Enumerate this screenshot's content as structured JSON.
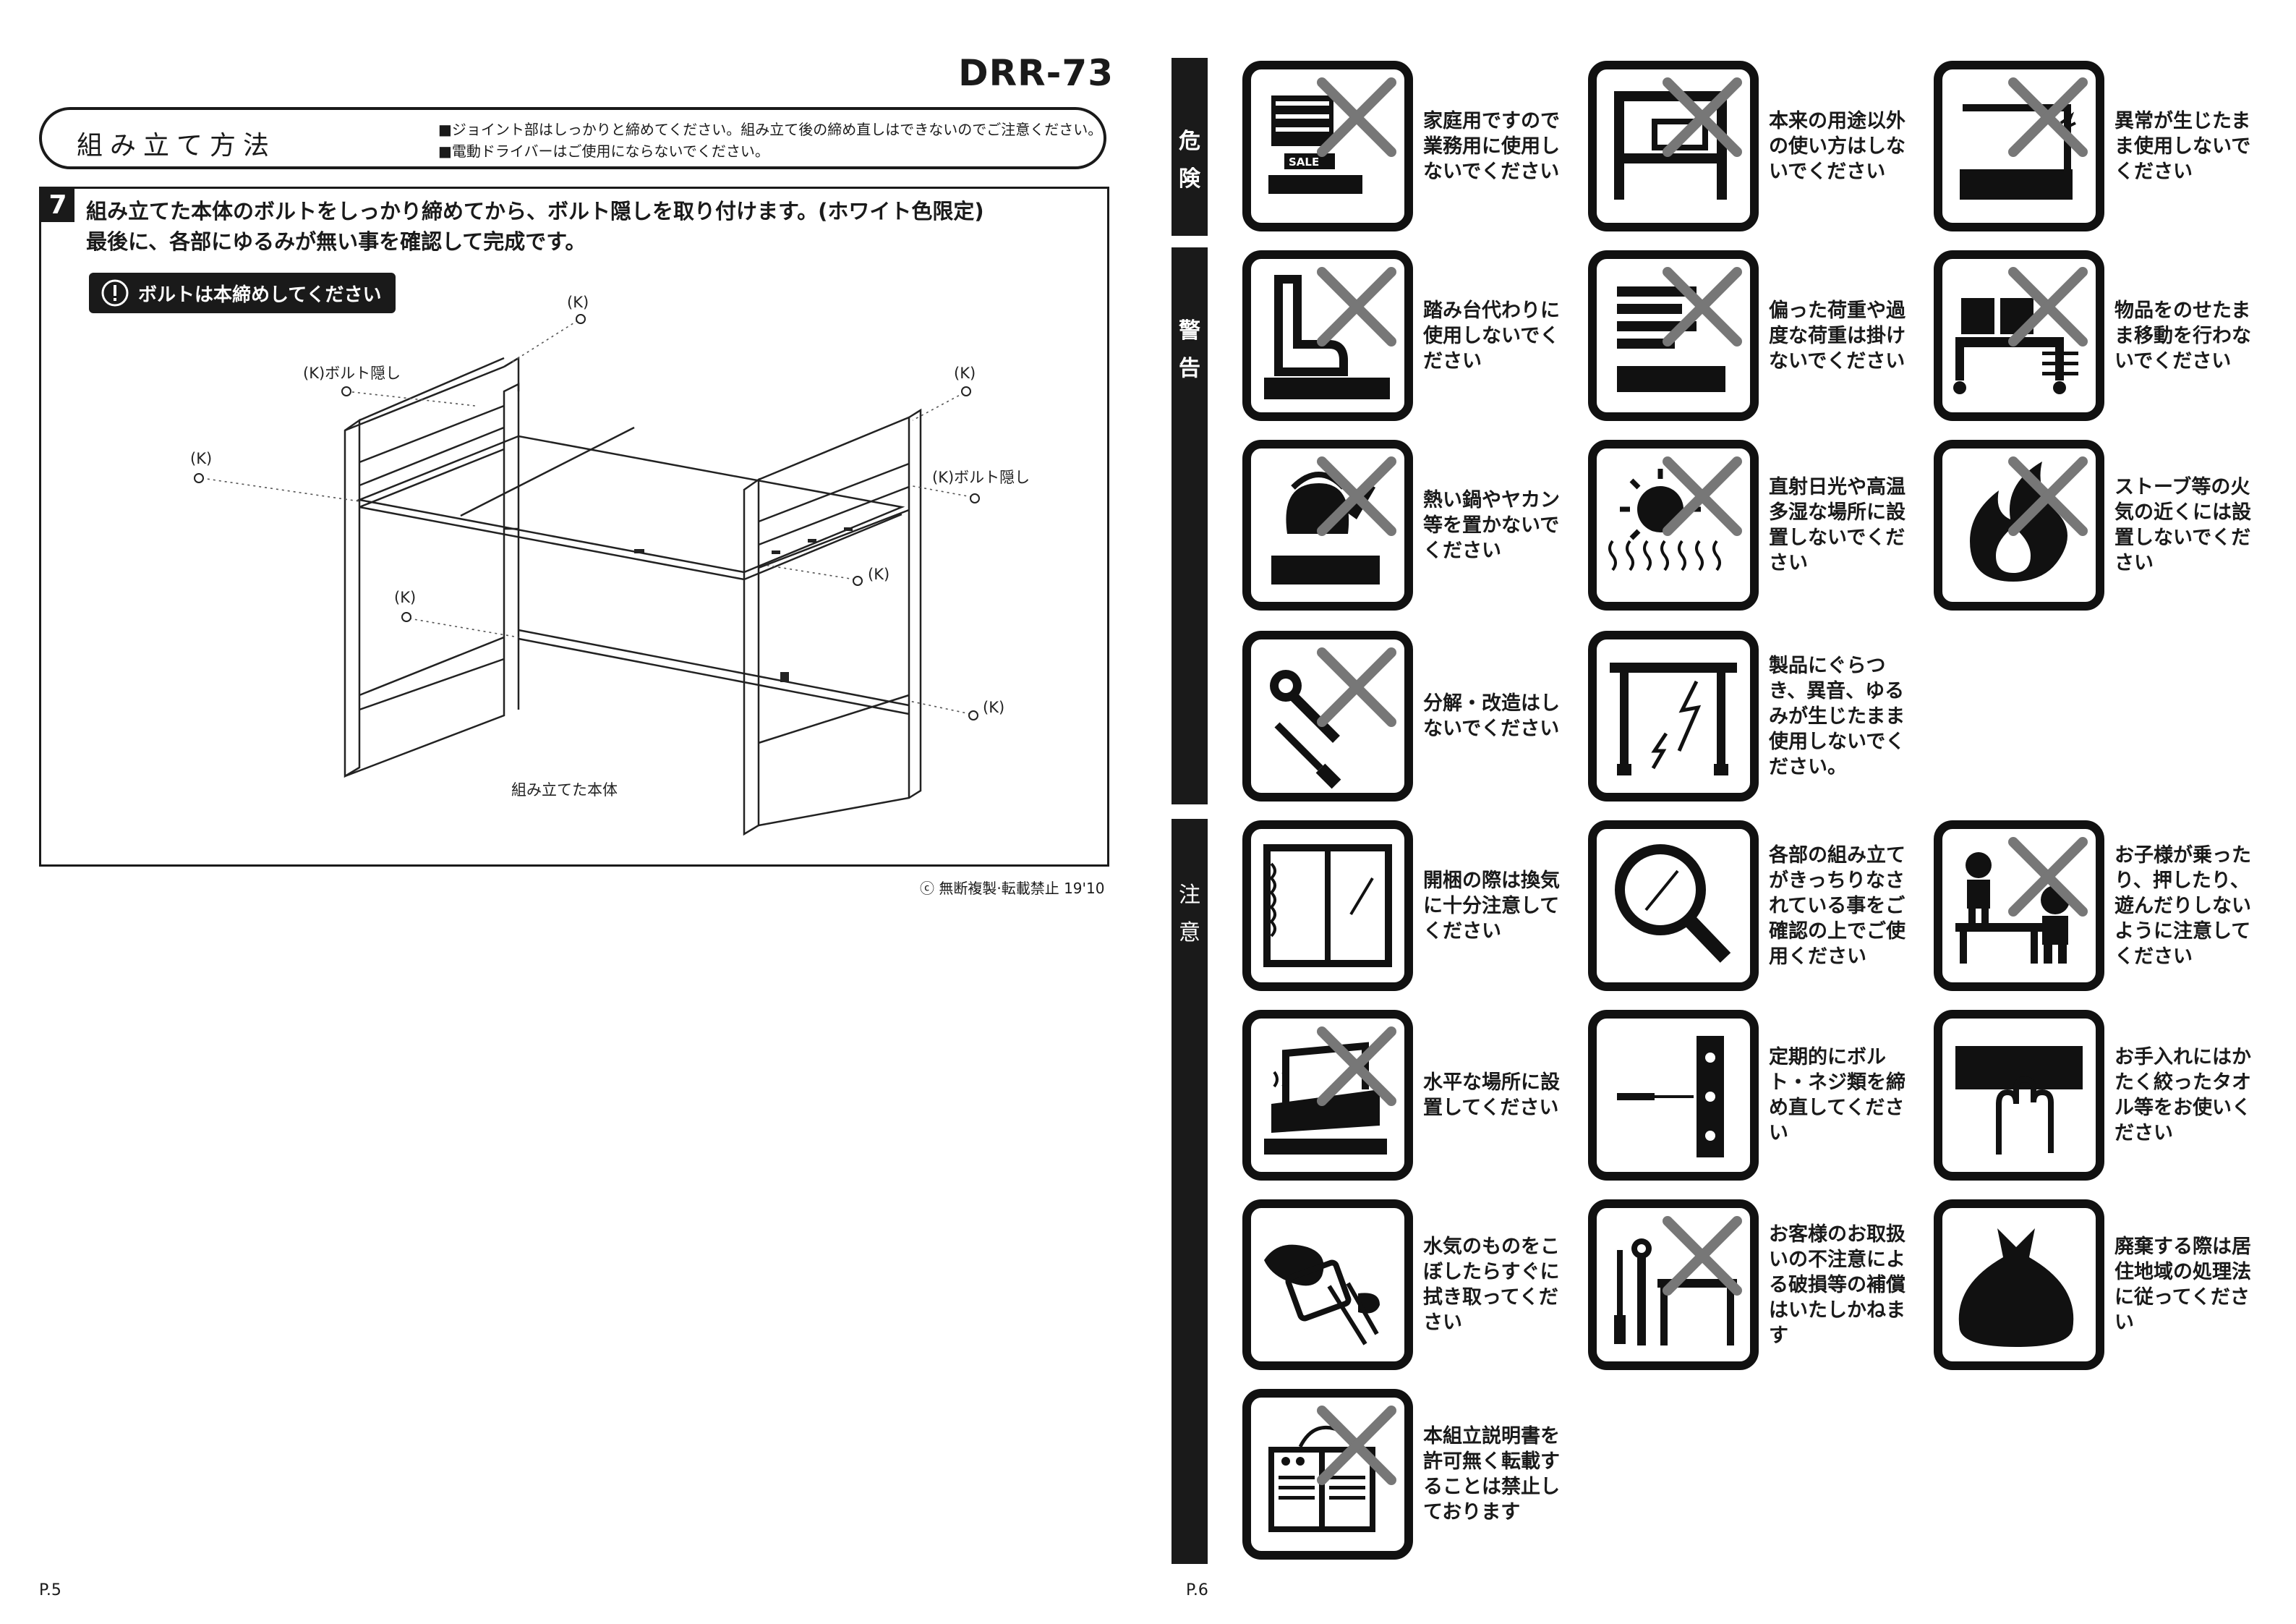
{
  "left_page": {
    "model": "DRR-73",
    "header": {
      "title": "組み立て方法",
      "notes": [
        "■ジョイント部はしっかりと締めてください。組み立て後の締め直しはできないのでご注意ください。",
        "■電動ドライバーはご使用にならないでください。"
      ]
    },
    "step": {
      "number": "7",
      "lines": [
        "組み立てた本体のボルトをしっかり締めてから、ボルト隠しを取り付けます。(ホワイト色限定)",
        "最後に、各部にゆるみが無い事を確認して完成です。"
      ],
      "notice": "ボルトは本締めしてください",
      "labels": {
        "k": "(K)",
        "k_cover": "(K)ボルト隠し",
        "body": "組み立てた本体"
      }
    },
    "copyright": "ⓒ 無断複製·転載禁止 19'10",
    "page": "P.5"
  },
  "right_page": {
    "page": "P.6",
    "categories": [
      {
        "id": "danger",
        "label": "危険"
      },
      {
        "id": "warning",
        "label": "警告"
      },
      {
        "id": "caution",
        "label": "注意"
      }
    ],
    "warnings": [
      {
        "icon": "sale-shelf-icon",
        "text": "家庭用ですので業務用に使用しないでください",
        "prohibited": true
      },
      {
        "icon": "rack-misuse-icon",
        "text": "本来の用途以外の使い方はしないでください",
        "prohibited": true
      },
      {
        "icon": "broken-rack-icon",
        "text": "異常が生じたまま使用しないでください",
        "prohibited": true
      },
      {
        "icon": "boot-step-icon",
        "text": "踏み台代わりに使用しないでください",
        "prohibited": true
      },
      {
        "icon": "overload-icon",
        "text": "偏った荷重や過度な荷重は掛けないでください",
        "prohibited": true
      },
      {
        "icon": "moving-cart-icon",
        "text": "物品をのせたまま移動を行わないでください",
        "prohibited": true
      },
      {
        "icon": "hot-kettle-icon",
        "text": "熱い鍋やヤカン等を置かないでください",
        "prohibited": true
      },
      {
        "icon": "sun-heat-icon",
        "text": "直射日光や高温多湿な場所に設置しないでください",
        "prohibited": true
      },
      {
        "icon": "flame-icon",
        "text": "ストーブ等の火気の近くには設置しないでください",
        "prohibited": true
      },
      {
        "icon": "tools-icon",
        "text": "分解・改造はしないでください",
        "prohibited": true
      },
      {
        "icon": "cracked-rack-icon",
        "text": "製品にぐらつき、異音、ゆるみが生じたまま使用しないでください。",
        "prohibited": false
      },
      {
        "icon": "ventilation-window-icon",
        "text": "開梱の際は換気に十分注意してください",
        "prohibited": false
      },
      {
        "icon": "magnifier-icon",
        "text": "各部の組み立てがきっちりなされている事をご確認の上でご使用ください",
        "prohibited": false
      },
      {
        "icon": "children-icon",
        "text": "お子様が乗ったり、押したり、遊んだりしないように注意してください",
        "prohibited": true
      },
      {
        "icon": "uneven-floor-icon",
        "text": "水平な場所に設置してください",
        "prohibited": true
      },
      {
        "icon": "screwdriver-bolt-icon",
        "text": "定期的にボルト・ネジ類を締め直してください",
        "prohibited": false
      },
      {
        "icon": "towel-hand-icon",
        "text": "お手入れにはかたく絞ったタオル等をお使いください",
        "prohibited": false
      },
      {
        "icon": "wipe-spill-icon",
        "text": "水気のものをこぼしたらすぐに拭き取ってください",
        "prohibited": false
      },
      {
        "icon": "tools-damage-icon",
        "text": "お客様のお取扱いの不注意による破損等の補償はいたしかねます",
        "prohibited": true
      },
      {
        "icon": "garbage-bag-icon",
        "text": "廃棄する際は居住地域の処理法に従ってください",
        "prohibited": false
      },
      {
        "icon": "copy-manual-icon",
        "text": "本組立説明書を許可無く転載することは禁止しております",
        "prohibited": true
      }
    ]
  }
}
